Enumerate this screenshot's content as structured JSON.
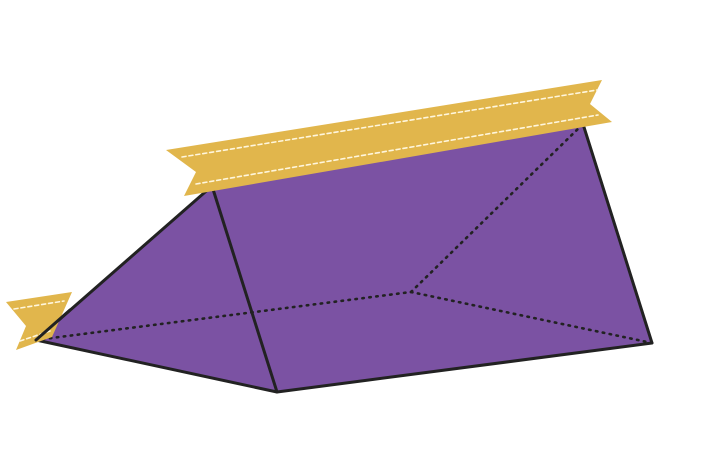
{
  "diagram": {
    "shape": "triangular prism",
    "colors": {
      "face_fill": "#7b52a3",
      "edge": "#222222",
      "tape": "#e1b64c",
      "tape_stitch": "#fff6dc"
    },
    "decorations": [
      "top-tape",
      "left-tape"
    ],
    "hidden_edges_style": "dotted"
  }
}
